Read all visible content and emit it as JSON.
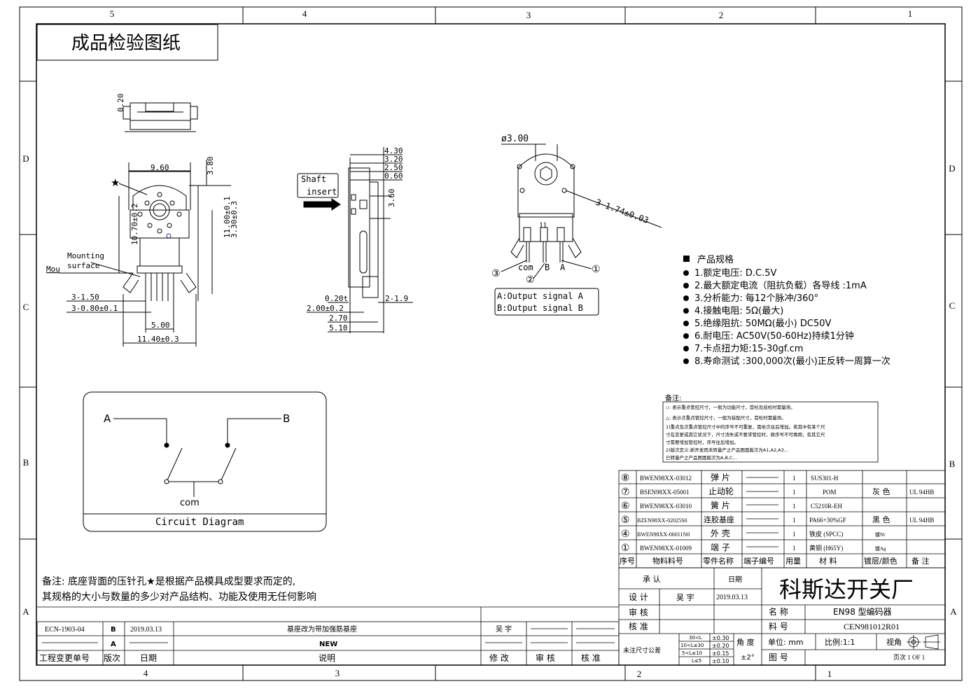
{
  "frame": {
    "top_numbers": [
      "5",
      "4",
      "3",
      "2",
      "1"
    ],
    "bottom_numbers": [
      "4",
      "3",
      "2",
      "1"
    ],
    "left_letters": [
      "D",
      "C",
      "B",
      "A"
    ],
    "right_letters": [
      "D",
      "C",
      "B",
      "A"
    ]
  },
  "title": "成品检验图纸",
  "top_view": {
    "dim_020": "0.20"
  },
  "front_view": {
    "dim_width": "9.60",
    "dim_380": "3.80",
    "dim_1070": "10.70±0.2",
    "dim_1100": "11.00±0.1",
    "dim_330": "3.30±0.3",
    "mounting_label_1": "Mounting",
    "mounting_label_2": "surface",
    "mou_label": "Mou",
    "dim_150": "3-1.50",
    "dim_080": "3-0.80±0.1",
    "dim_500": "5.00",
    "dim_1140": "11.40±0.3",
    "star": "★"
  },
  "side_view": {
    "shaft_1": "Shaft",
    "shaft_2": "insert",
    "dim_430": "4.30",
    "dim_320": "3.20",
    "dim_250": "2.50",
    "dim_060": "0.60",
    "dim_360": "3.60",
    "dim_020t": "0.20t",
    "dim_200": "2.00±0.2",
    "dim_270": "2.70",
    "dim_510": "5.10",
    "dim_219": "2-1.9"
  },
  "back_view": {
    "dim_dia": "ø3.00",
    "dim_holes": "3-1.74±0.03",
    "mark": "11",
    "pin_com": "com",
    "pin_b": "B",
    "pin_a": "A",
    "n1": "①",
    "n2": "②",
    "n3": "③",
    "out_a": "A:Output signal A",
    "out_b": "B:Output signal B"
  },
  "specs": {
    "header": "产品规格",
    "items": [
      "1.额定电压: D.C.5V",
      "2.最大额定电流（阻抗负载）各导线 :1mA",
      "3.分析能力: 每12个脉冲/360°",
      "4.接触电阻: 5Ω(最大)",
      "5.绝缘阻抗: 50MΩ(最小) DC50V",
      "6.耐电压: AC50V(50-60Hz)持续1分钟",
      "7.卡点扭力矩:15-30gf.cm",
      "8.寿命测试 :300,000次(最小)正反转一周算一次"
    ]
  },
  "remarks": {
    "title": "备注:",
    "lines": [
      "◇: 表示重点管控尺寸，一般为功能尺寸，首检及巡检时需量测。",
      "△: 表示次重点管控尺寸，一般为装配尺寸，首检时需量测。",
      "1)重点及次重点管控尺寸中的序号不可重复，需依次往后增加。若其中有某个尺",
      "寸在变更或其它状况下，尺寸消失或不要求管控时，原序号不可再用，有其它尺",
      "寸需要增加管控时，序号往后增加。",
      "2)版次定义:新开发而未转量产之产品图面版次为A1,A2,A3...",
      "已转量产之产品图面版次为A,B,C..."
    ]
  },
  "circuit": {
    "label_a": "A",
    "label_b": "B",
    "label_com": "com",
    "caption": "Circuit Diagram"
  },
  "bom": {
    "rows": [
      {
        "no": "⑧",
        "part": "BWEN98XX-03012",
        "name": "弹 片",
        "term": "",
        "qty": "1",
        "mat": "SUS301-H",
        "color": "",
        "note": ""
      },
      {
        "no": "⑦",
        "part": "BSEN98XX-05001",
        "name": "止动轮",
        "term": "",
        "qty": "1",
        "mat": "POM",
        "color": "灰 色",
        "note": "UL 94HB"
      },
      {
        "no": "⑥",
        "part": "BWEN98XX-03010",
        "name": "簧 片",
        "term": "",
        "qty": "1",
        "mat": "C5210R-EH",
        "color": "",
        "note": ""
      },
      {
        "no": "⑤",
        "part": "BZEN98XX-02025S0",
        "name": "连胶基座",
        "term": "",
        "qty": "1",
        "mat": "PA66+30%GF",
        "color": "黑 色",
        "note": "UL 94HB"
      },
      {
        "no": "④",
        "part": "BWEN98XX-06011N0",
        "name": "外 壳",
        "term": "",
        "qty": "1",
        "mat": "铁皮 (SPCC)",
        "color": "镀Ni",
        "note": ""
      },
      {
        "no": "①",
        "part": "BWEN98XX-01009",
        "name": "端 子",
        "term": "",
        "qty": "1",
        "mat": "黄铜 (H65Y)",
        "color": "镀Ag",
        "note": ""
      }
    ],
    "headers": [
      "序号",
      "物料料号",
      "零件名称",
      "端子编号",
      "用量",
      "材 料",
      "镀层/颜色",
      "备 注"
    ]
  },
  "note_bottom": {
    "line1": "备注: 底座背面的压针孔★是根据产品模具成型要求而定的,",
    "line2": "其规格的大小与数量的多少对产品结构、功能及使用无任何影响"
  },
  "title_block": {
    "approve": "承 认",
    "date_label": "日期",
    "company": "科斯达开关厂",
    "design": "设 计",
    "designer": "吴 宇",
    "design_date": "2019.03.13",
    "review": "审 核",
    "check": "核 准",
    "name_label": "名 称",
    "name_value": "EN98 型编码器",
    "partno_label": "料 号",
    "partno_value": "CEN981012R01",
    "unit": "单位: mm",
    "scale": "比例:1:1",
    "view": "视角",
    "drawing_no": "图 号",
    "page": "页次 1 OF 1",
    "tol_label": "未注尺寸公差",
    "tol_rows": [
      [
        "30<L",
        "±0.30"
      ],
      [
        "10<L≤30",
        "±0.20"
      ],
      [
        "5<L≤10",
        "±0.15"
      ],
      [
        "L≤5",
        "±0.10"
      ]
    ],
    "angle_label": "角 度",
    "angle_value": "±2°"
  },
  "revision": {
    "row1": [
      "ECN-1903-04",
      "B",
      "2019.03.13",
      "基座改为带加强筋基座",
      "吴 宇",
      "",
      ""
    ],
    "row2": [
      "",
      "A",
      "",
      "NEW",
      "",
      "",
      ""
    ],
    "headers": [
      "工程变更单号",
      "版次",
      "日期",
      "说明",
      "修 改",
      "审 核",
      "核 准"
    ]
  }
}
